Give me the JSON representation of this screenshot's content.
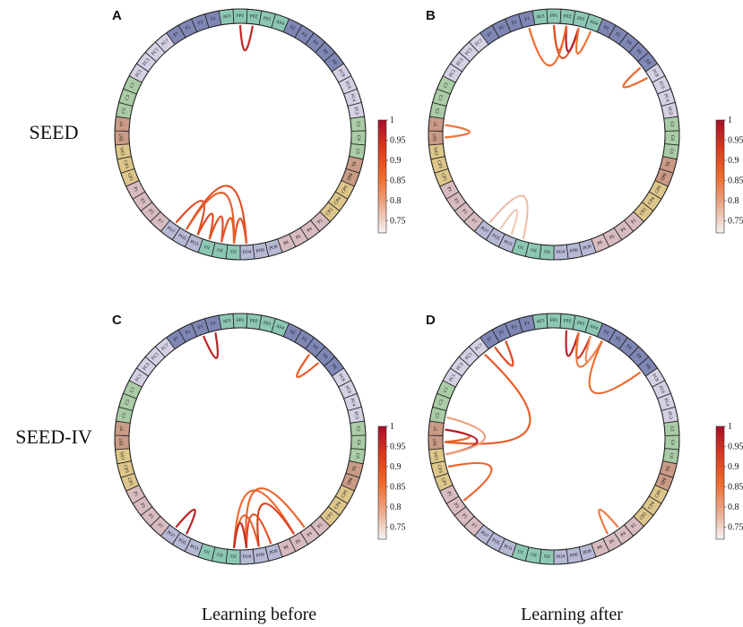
{
  "row_labels": [
    "SEED",
    "SEED-IV"
  ],
  "column_labels": [
    "Learning before",
    "Learning after"
  ],
  "colorbar_ticks": [
    "1",
    "0.95",
    "0.9",
    "0.85",
    "0.8",
    "0.75"
  ],
  "channels": [
    "AF3",
    "FP1",
    "FPZ",
    "FP2",
    "AF4",
    "FZ",
    "F2",
    "F4",
    "F6",
    "F8",
    "FC8",
    "FC6",
    "FC4",
    "FC2",
    "C2",
    "C4",
    "C6",
    "T8",
    "TP8",
    "CP6",
    "CP4",
    "CP2",
    "P2",
    "P4",
    "P6",
    "P8",
    "PO8",
    "PO6",
    "PO4",
    "O2",
    "OZ",
    "O1",
    "PO3",
    "PO5",
    "PO7",
    "P7",
    "P5",
    "P3",
    "P1",
    "CP1",
    "CP3",
    "CP5",
    "TP7",
    "T7",
    "C5",
    "C3",
    "C1",
    "FC1",
    "FC3",
    "FC5",
    "FC7",
    "F7",
    "F5",
    "F3",
    "F1"
  ],
  "region_colors": {
    "frontal": "#7e86b3",
    "prefrontal": "#8cc7b5",
    "fronto_central": "#d6d0e4",
    "central": "#a9cca6",
    "temporal": "#c99a86",
    "centro_parietal": "#dcc68a",
    "parietal": "#d7bcbf",
    "parieto_occipital": "#b5b9d4",
    "occipital": "#8cc7b5"
  },
  "colormap": [
    "#f4f4f4",
    "#eaa98a",
    "#ee6a2c",
    "#d83a1e",
    "#a5102a"
  ],
  "panels": [
    {
      "letter": "A",
      "connections": [
        {
          "a": "FP1",
          "b": "FPZ",
          "v": 0.96
        },
        {
          "a": "PO5",
          "b": "PO4",
          "v": 0.9
        },
        {
          "a": "PO7",
          "b": "PO3",
          "v": 0.91
        },
        {
          "a": "PO3",
          "b": "O1",
          "v": 0.9
        },
        {
          "a": "O1",
          "b": "OZ",
          "v": 0.9
        },
        {
          "a": "OZ",
          "b": "O2",
          "v": 0.89
        },
        {
          "a": "O2",
          "b": "PO4",
          "v": 0.89
        },
        {
          "a": "PO5",
          "b": "O2",
          "v": 0.88
        }
      ]
    },
    {
      "letter": "B",
      "connections": [
        {
          "a": "FP1",
          "b": "FPZ",
          "v": 0.86
        },
        {
          "a": "FP1",
          "b": "FP2",
          "v": 0.9
        },
        {
          "a": "FPZ",
          "b": "FP2",
          "v": 0.98
        },
        {
          "a": "FP2",
          "b": "AF4",
          "v": 0.85
        },
        {
          "a": "F1",
          "b": "FPZ",
          "v": 0.86
        },
        {
          "a": "F8",
          "b": "FC8",
          "v": 0.86
        },
        {
          "a": "TP7",
          "b": "T7",
          "v": 0.85
        },
        {
          "a": "PO7",
          "b": "O1",
          "v": 0.77
        },
        {
          "a": "PO5",
          "b": "PO3",
          "v": 0.76
        }
      ]
    },
    {
      "letter": "C",
      "connections": [
        {
          "a": "F3",
          "b": "F1",
          "v": 0.97
        },
        {
          "a": "F4",
          "b": "F6",
          "v": 0.88
        },
        {
          "a": "PO7",
          "b": "PO5",
          "v": 0.97
        },
        {
          "a": "O2",
          "b": "P6",
          "v": 0.86
        },
        {
          "a": "PO4",
          "b": "P4",
          "v": 0.87
        },
        {
          "a": "O2",
          "b": "PO6",
          "v": 0.88
        },
        {
          "a": "PO4",
          "b": "PO8",
          "v": 0.9
        },
        {
          "a": "PO6",
          "b": "P6",
          "v": 0.92
        },
        {
          "a": "O2",
          "b": "PO4",
          "v": 0.95
        }
      ]
    },
    {
      "letter": "D",
      "connections": [
        {
          "a": "F5",
          "b": "F7",
          "v": 0.91
        },
        {
          "a": "FPZ",
          "b": "FP2",
          "v": 0.97
        },
        {
          "a": "FP2",
          "b": "AF4",
          "v": 0.94
        },
        {
          "a": "FP2",
          "b": "FZ",
          "v": 0.85
        },
        {
          "a": "AF4",
          "b": "FZ",
          "v": 0.82
        },
        {
          "a": "FZ",
          "b": "F8",
          "v": 0.86
        },
        {
          "a": "T7",
          "b": "TP7",
          "v": 0.87
        },
        {
          "a": "FC7",
          "b": "TP7",
          "v": 0.88
        },
        {
          "a": "T7",
          "b": "CP5",
          "v": 0.98
        },
        {
          "a": "C5",
          "b": "CP5",
          "v": 0.8
        },
        {
          "a": "CP3",
          "b": "P3",
          "v": 0.87
        },
        {
          "a": "P4",
          "b": "P6",
          "v": 0.84
        }
      ]
    }
  ]
}
